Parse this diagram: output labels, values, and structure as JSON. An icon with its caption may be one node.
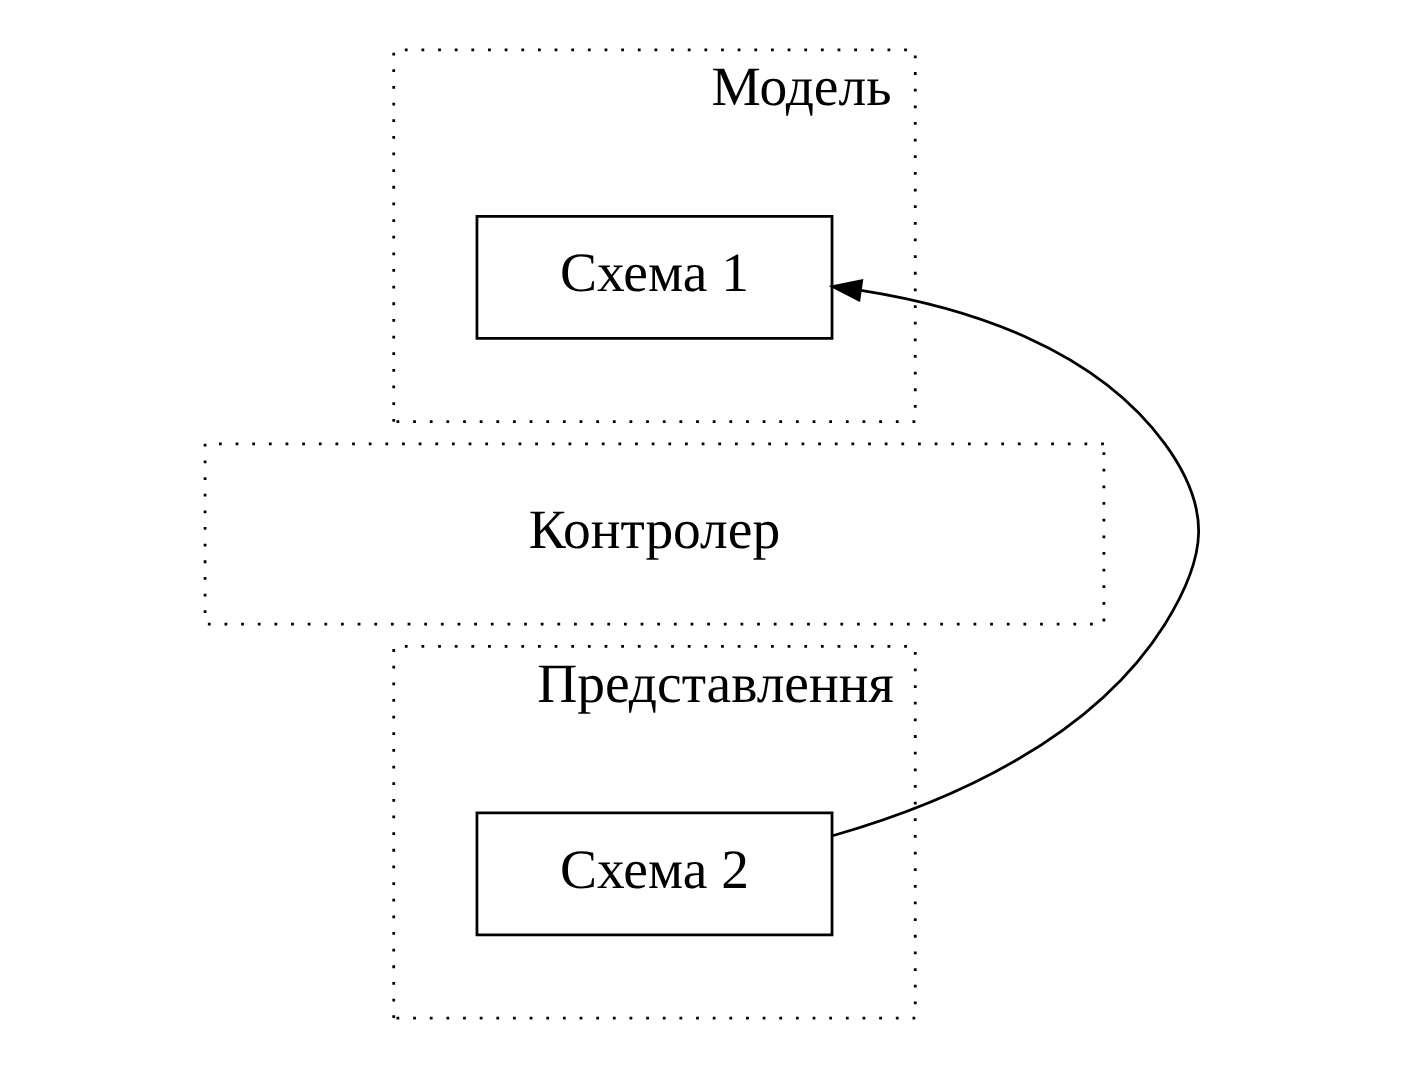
{
  "diagram": {
    "nodes": [
      {
        "text": [
          "Модель"
        ]
      },
      {
        "text": [
          "Схема 1"
        ],
        "in": 0
      },
      {
        "text": [
          "Контролер"
        ]
      },
      {
        "text": [
          "Представлення"
        ]
      },
      {
        "text": [
          "Схема 2"
        ],
        "in": 3
      }
    ],
    "edges": [
      {
        "from": 4,
        "to": 1,
        "arrow": "to"
      }
    ]
  }
}
